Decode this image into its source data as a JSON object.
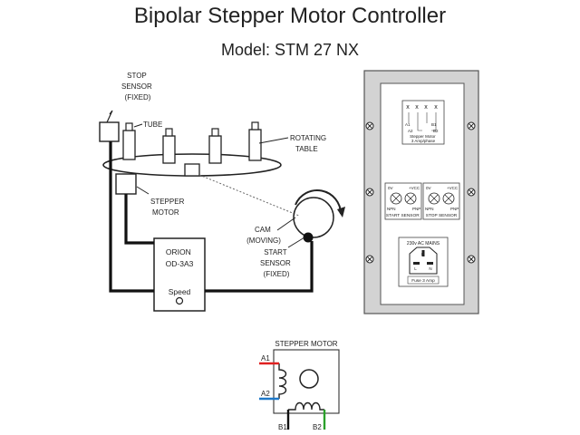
{
  "title": "Bipolar Stepper Motor Controller",
  "subtitle": "Model: STM 27 NX",
  "setup": {
    "stop_sensor": [
      "STOP",
      "SENSOR",
      "(FIXED)"
    ],
    "tube": "TUBE",
    "rotating_table": [
      "ROTATING",
      "TABLE"
    ],
    "stepper_motor": [
      "STEPPER",
      "MOTOR"
    ],
    "cam": [
      "CAM",
      "(MOVING)"
    ],
    "start_sensor": [
      "START",
      "SENSOR",
      "(FIXED)"
    ],
    "controller": [
      "ORION",
      "OD-3A3"
    ],
    "speed": "Speed"
  },
  "panel": {
    "motor_terminal": {
      "pins": [
        "x",
        "x",
        "x",
        "x"
      ],
      "a1": "A1",
      "b1": "B1",
      "a2": "A2",
      "b2": "B2",
      "caption": [
        "Stepper Motor",
        "3 Amp/phase"
      ]
    },
    "start_sensor": {
      "v0": "0V",
      "vcc": "+VCC",
      "npn": "NPN",
      "pnp": "PNP",
      "caption": "START SENSOR"
    },
    "stop_sensor": {
      "v0": "0V",
      "vcc": "+VCC",
      "npn": "NPN",
      "pnp": "PNP",
      "caption": "STOP SENSOR"
    },
    "mains": {
      "label": "230v AC MAINS",
      "e": "E",
      "l": "L",
      "n": "N",
      "fuse": "Fuse 3 Amp"
    }
  },
  "wiring": {
    "title": "STEPPER MOTOR",
    "a1": "A1",
    "a2": "A2",
    "b1": "B1",
    "b2": "B2",
    "colors": {
      "a1": "#e02020",
      "a2": "#1e78c8",
      "b1": "#111111",
      "b2": "#2aa02a"
    }
  }
}
